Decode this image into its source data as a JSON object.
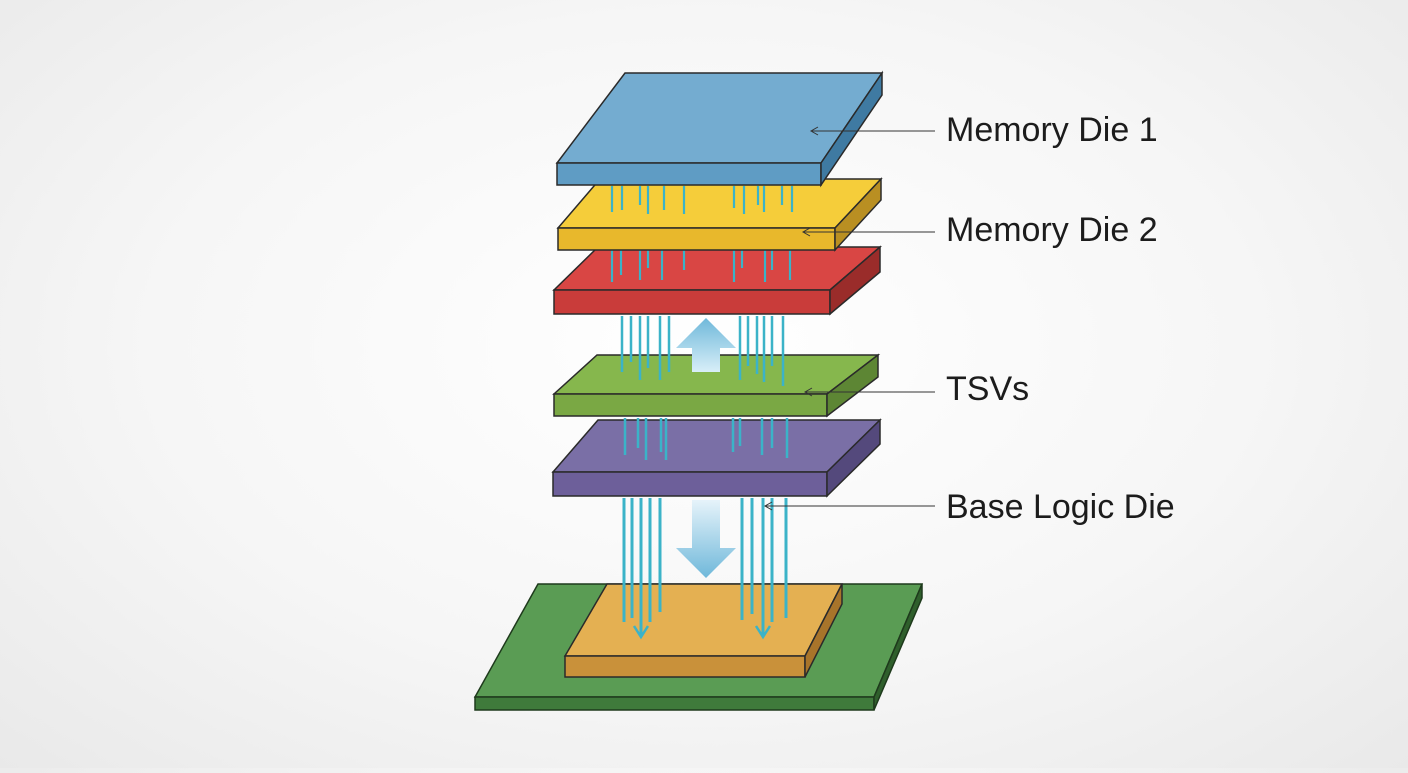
{
  "labels": {
    "memory_die_1": "Memory Die 1",
    "memory_die_2": "Memory Die 2",
    "tsvs": "TSVs",
    "base_logic_die": "Base Logic Die"
  },
  "colors": {
    "memory_die_1": "#74acd0",
    "memory_die_2": "#f5cd3a",
    "red_die": "#d94644",
    "green_die": "#86b74d",
    "base_logic_die": "#7a6fa6",
    "package_substrate": "#5a9c54",
    "interposer": "#e4b052",
    "tsv": "#3bb3c8",
    "arrow": "#6fb8da"
  }
}
